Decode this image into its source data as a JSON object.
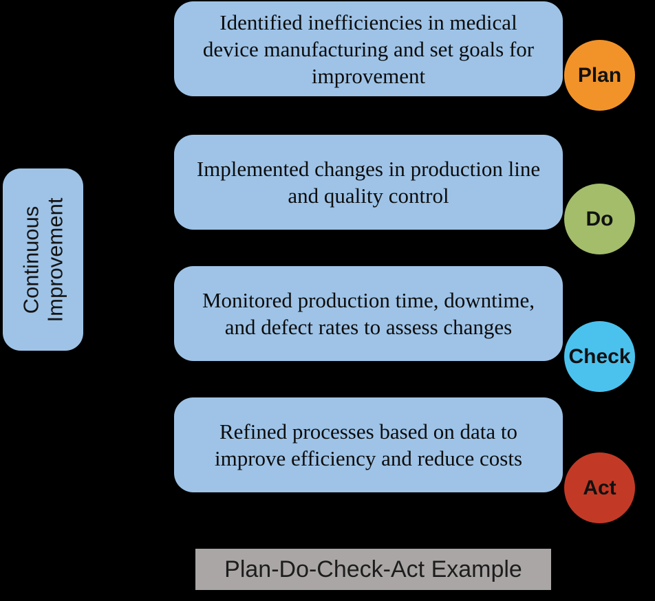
{
  "diagram": {
    "title": "Plan-Do-Check-Act Example",
    "side_label": "Continuous Improvement",
    "background": "#000000",
    "box_color": "#9EC3E7",
    "footer_color": "#ABA6A6",
    "steps": [
      {
        "label": "Plan",
        "color": "#F2932A",
        "lines": [
          "Identified inefficiencies in medical",
          "device manufacturing and set goals for",
          "improvement"
        ]
      },
      {
        "label": "Do",
        "color": "#A3BD6B",
        "lines": [
          "Implemented changes in production line",
          "and quality control"
        ]
      },
      {
        "label": "Check",
        "color": "#4BC2EE",
        "lines": [
          "Monitored production time, downtime,",
          "and defect rates to assess changes"
        ]
      },
      {
        "label": "Act",
        "color": "#C23A26",
        "lines": [
          "Refined processes based on data to",
          "improve efficiency and reduce costs"
        ]
      }
    ]
  }
}
